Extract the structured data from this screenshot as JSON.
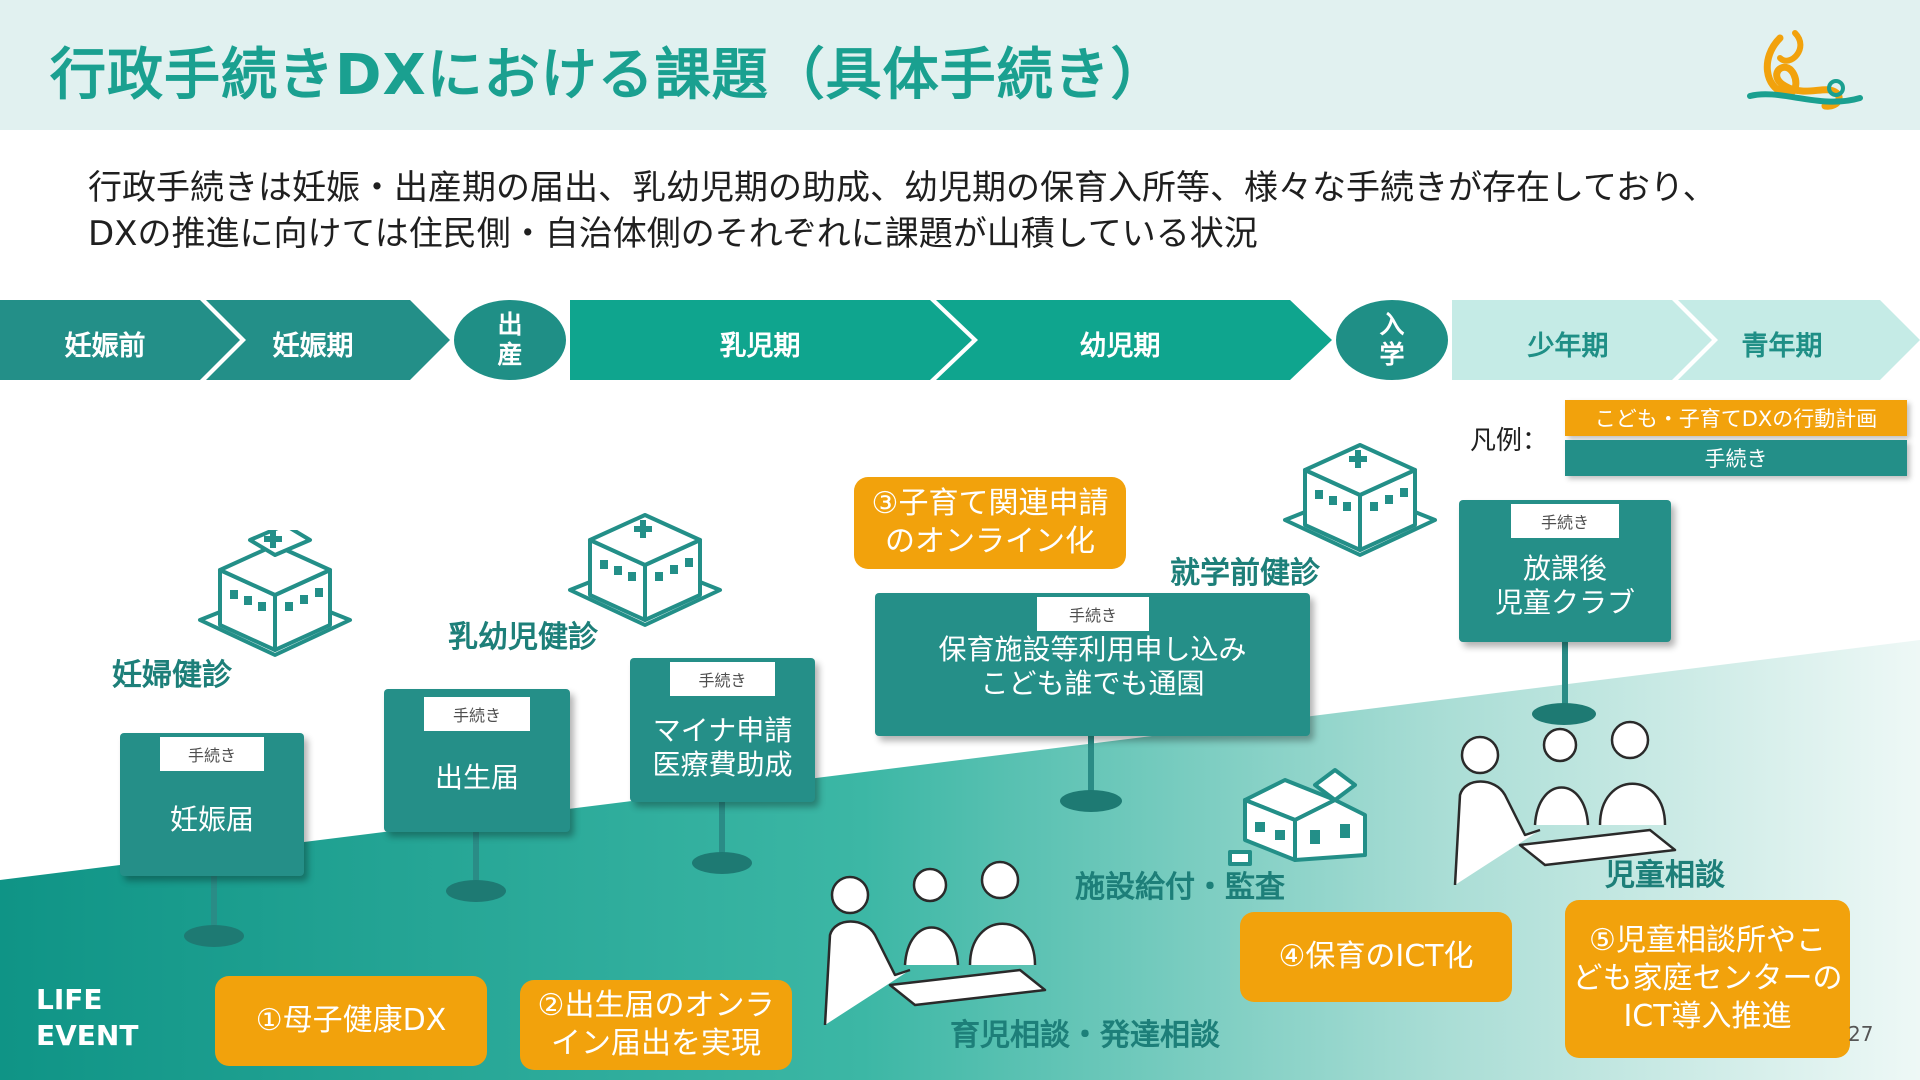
{
  "header": {
    "title": "行政手続きDXにおける課題（具体手続き）"
  },
  "intro": {
    "line1": "行政手続きは妊娠・出産期の届出、乳幼児期の助成、幼児期の保育入所等、様々な手続きが存在しており、",
    "line2": "DXの推進に向けては住民側・自治体側のそれぞれに課題が山積している状況"
  },
  "timeline": {
    "stages": [
      "妊娠前",
      "妊娠期",
      "乳児期",
      "幼児期",
      "少年期",
      "青年期"
    ],
    "birth": [
      "出",
      "産"
    ],
    "school_entry": [
      "入",
      "学"
    ]
  },
  "legend": {
    "label": "凡例：",
    "orange": "こども・子育てDXの行動計画",
    "teal": "手続き"
  },
  "signs": {
    "tag": "手続き",
    "pregnancy_notice": "妊娠届",
    "birth_notice": "出生届",
    "medical": [
      "マイナ申請",
      "医療費助成"
    ],
    "nursery": [
      "保育施設等利用申し込み",
      "こども誰でも通園"
    ],
    "after_school": [
      "放課後",
      "児童クラブ"
    ]
  },
  "labels": {
    "maternal_checkup": "妊婦健診",
    "infant_checkup": "乳幼児健診",
    "preschool_checkup": "就学前健診",
    "facility_audit": "施設給付・監査",
    "child_consult": "児童相談",
    "parenting_consult": "育児相談・発達相談"
  },
  "callouts": {
    "c1": [
      "①母子健康DX"
    ],
    "c2": [
      "②出生届のオンラ",
      "イン届出を実現"
    ],
    "c3": [
      "③子育て関連申請",
      "のオンライン化"
    ],
    "c4": [
      "④保育のICT化"
    ],
    "c5": [
      "⑤児童相談所やこ",
      "ども家庭センターの",
      "ICT導入推進"
    ]
  },
  "life_event": [
    "LIFE",
    "EVENT"
  ],
  "page_number": "27",
  "colors": {
    "teal": "#238f88",
    "teal_light": "#c8ebe7",
    "orange": "#f2a20c",
    "header_bg": "#e1f1f0",
    "title": "#1aa090"
  },
  "icons": [
    "hospital-icon",
    "nursery-building-icon",
    "consultation-people-icon",
    "brand-logo-icon"
  ]
}
